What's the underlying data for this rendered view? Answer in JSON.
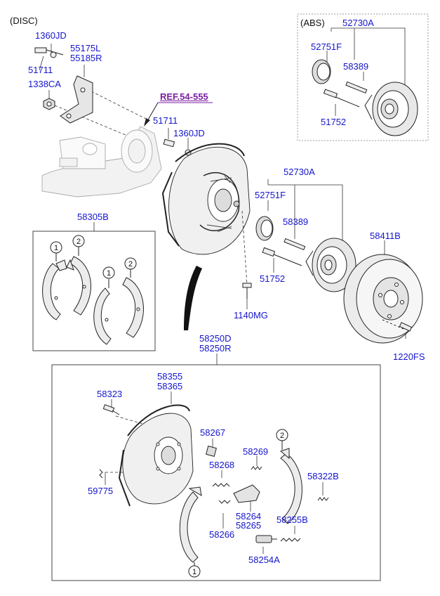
{
  "variant_label": "(DISC)",
  "abs_label": "(ABS)",
  "ref_label": "REF.54-555",
  "callouts": {
    "p1360JD_a": "1360JD",
    "p55175L": "55175L",
    "p55185R": "55185R",
    "p51711_a": "51711",
    "p1338CA": "1338CA",
    "p51711_b": "51711",
    "p1360JD_b": "1360JD",
    "p52730A_abs": "52730A",
    "p52751F_abs": "52751F",
    "p58389_abs": "58389",
    "p51752_abs": "51752",
    "p52730A": "52730A",
    "p52751F": "52751F",
    "p58389": "58389",
    "p51752": "51752",
    "p1140MG": "1140MG",
    "p58411B": "58411B",
    "p1220FS": "1220FS",
    "p58305B": "58305B",
    "p58250D": "58250D",
    "p58250R": "58250R",
    "p58323": "58323",
    "p58355": "58355",
    "p58365": "58365",
    "p58267": "58267",
    "p58269": "58269",
    "p58268": "58268",
    "p59775": "59775",
    "p58322B": "58322B",
    "p58264": "58264",
    "p58265": "58265",
    "p58255B": "58255B",
    "p58266": "58266",
    "p58254A": "58254A"
  },
  "circle_marks": [
    "1",
    "2",
    "1",
    "2",
    "2",
    "1"
  ]
}
